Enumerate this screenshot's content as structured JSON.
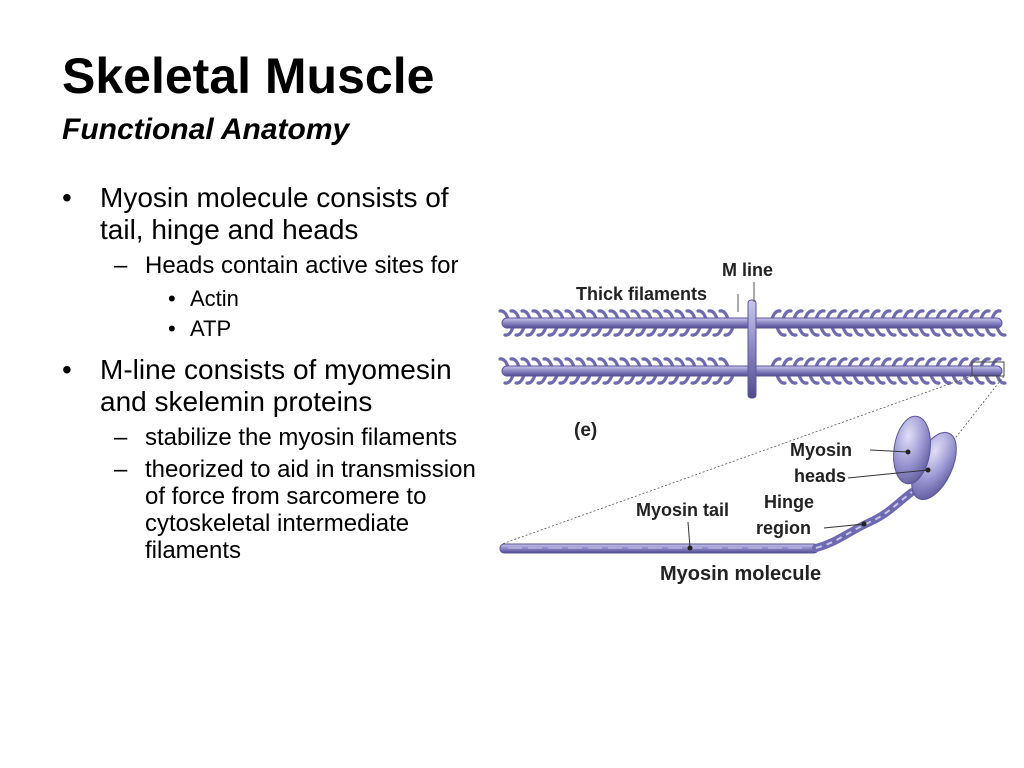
{
  "slide": {
    "title": "Skeletal Muscle",
    "subtitle": "Functional Anatomy"
  },
  "bullets": [
    {
      "text": "Myosin molecule consists of tail, hinge and heads",
      "sub": [
        {
          "text": "Heads contain active sites for",
          "sub": [
            "Actin",
            "ATP"
          ]
        }
      ]
    },
    {
      "text": "M-line consists of myomesin and skelemin proteins",
      "sub": [
        {
          "text": "stabilize the myosin filaments"
        },
        {
          "text": "theorized to aid in transmission of force from sarcomere to cytoskeletal intermediate filaments"
        }
      ]
    }
  ],
  "figure": {
    "m_line": "M line",
    "thick_filaments": "Thick filaments",
    "panel_label": "(e)",
    "myosin_heads_1": "Myosin",
    "myosin_heads_2": "heads",
    "hinge_1": "Hinge",
    "hinge_2": "region",
    "myosin_tail": "Myosin tail",
    "myosin_molecule": "Myosin molecule"
  },
  "colors": {
    "filament": "#8a86c4",
    "filament_dark": "#5a5699",
    "filament_light": "#b7b4e0"
  }
}
